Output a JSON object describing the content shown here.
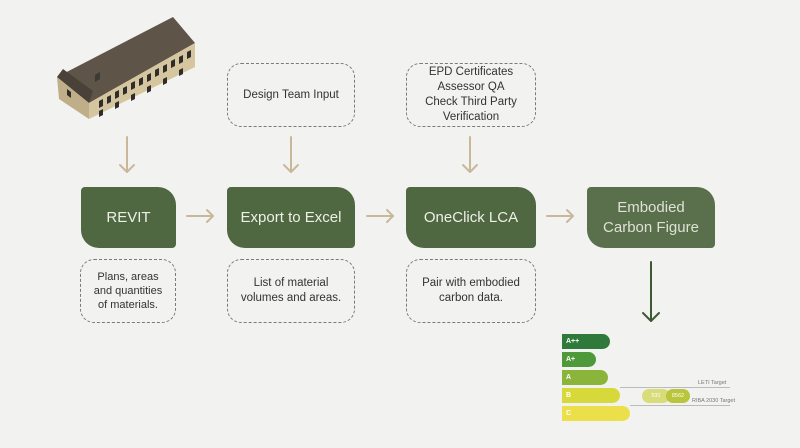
{
  "top_inputs": {
    "design_team": "Design Team Input",
    "epd": "EPD Certificates\nAssessor QA\nCheck Third Party\nVerification"
  },
  "nodes": {
    "revit": "REVIT",
    "excel": "Export to Excel",
    "oneclick": "OneClick LCA",
    "embodied": "Embodied\nCarbon Figure"
  },
  "notes": {
    "revit": "Plans, areas\nand quantities\nof materials.",
    "excel": "List of material\nvolumes and areas.",
    "oneclick": "Pair with embodied\ncarbon data."
  },
  "rating": {
    "bands": [
      {
        "label": "A++",
        "color": "#2f7a3a"
      },
      {
        "label": "A+",
        "color": "#4e9a3a"
      },
      {
        "label": "A",
        "color": "#8bb53a"
      },
      {
        "label": "B",
        "color": "#d7d93a"
      },
      {
        "label": "C",
        "color": "#ece04a"
      }
    ],
    "leti_target": "LETI Target",
    "riba_target": "RIBA 2030 Target",
    "value_left": "531",
    "value_right": "8562"
  },
  "colors": {
    "node": "#4f6841",
    "arrow": "#c9b79a",
    "down_arrow": "#3f5a33",
    "background": "#f2f2f1"
  }
}
